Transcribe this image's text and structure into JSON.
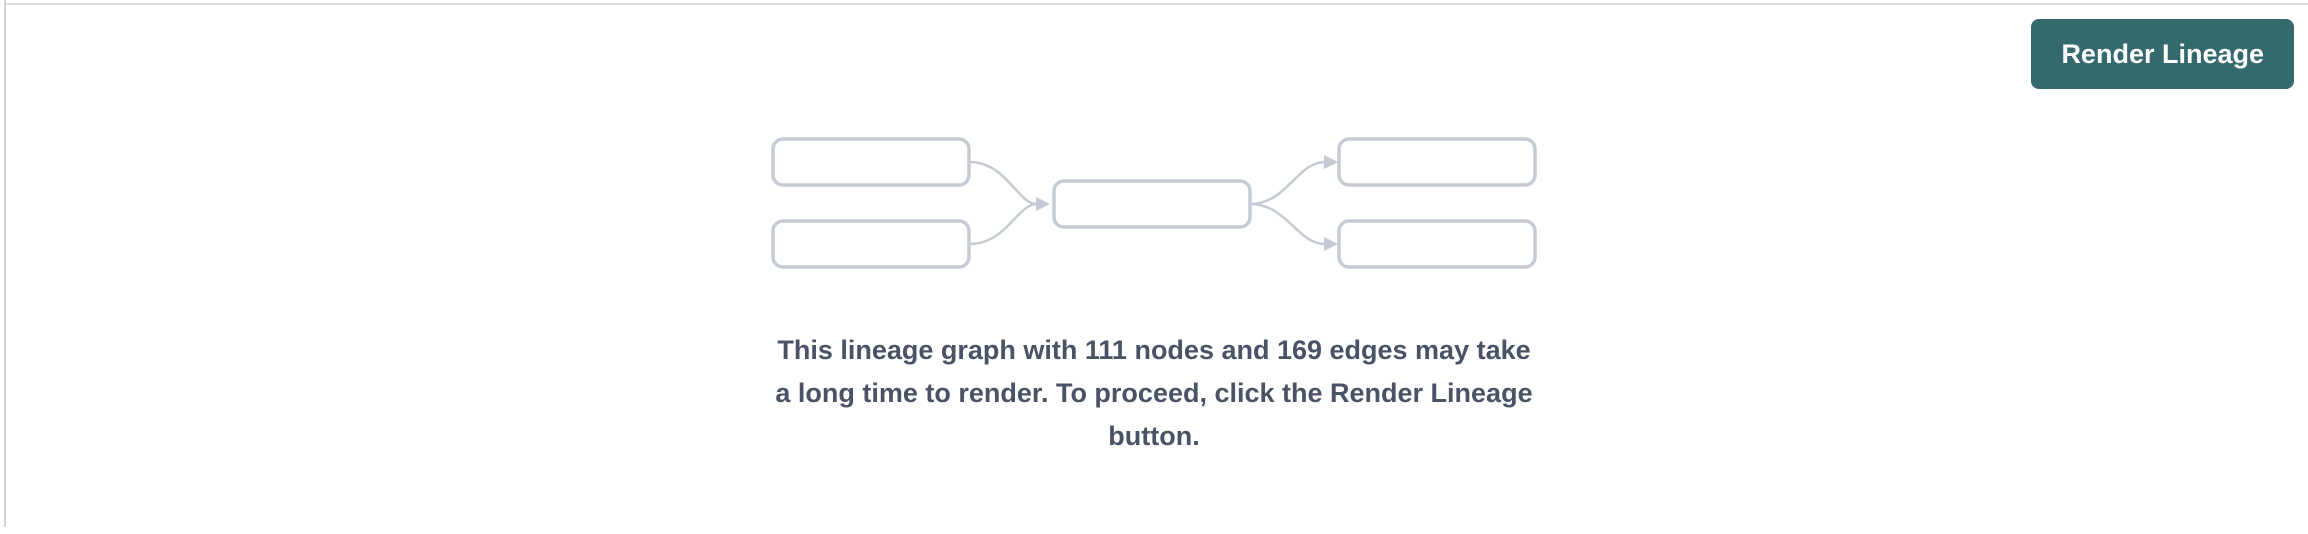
{
  "header": {
    "render_button_label": "Render Lineage"
  },
  "message": {
    "lines": [
      "This lineage graph with 111 nodes and 169 edges may take",
      "a long time to render. To proceed, click the Render Lineage",
      "button."
    ],
    "node_count": "111",
    "edge_count": "169"
  },
  "colors": {
    "accent_teal": "#34696e",
    "diagram_gray": "#c5cad3",
    "message_text": "#4a5366",
    "panel_top_border": "#dcdce0",
    "panel_left_border": "#d2d2d6",
    "panel_bg": "#ffffff"
  }
}
